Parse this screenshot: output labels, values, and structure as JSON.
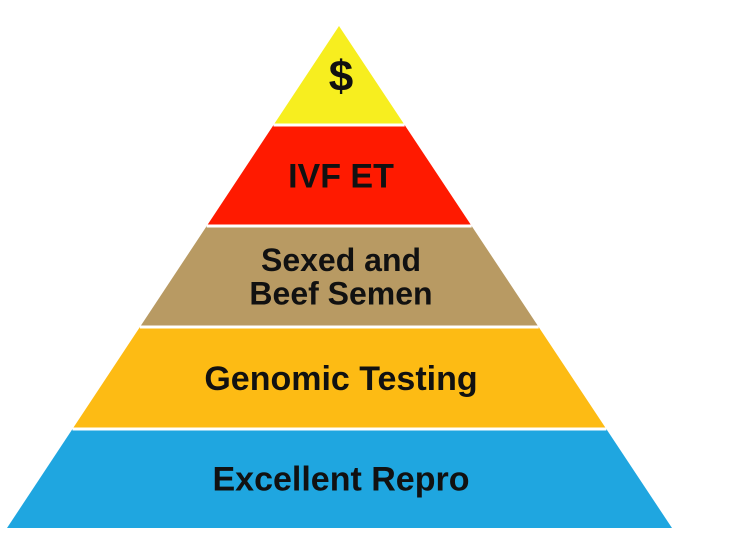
{
  "pyramid": {
    "tiers": [
      {
        "label_lines": [
          "$"
        ],
        "color": "#f7ee1f"
      },
      {
        "label_lines": [
          "IVF ET"
        ],
        "color": "#ff1a00"
      },
      {
        "label_lines": [
          "Sexed and",
          "Beef Semen"
        ],
        "color": "#b89a63"
      },
      {
        "label_lines": [
          "Genomic Testing"
        ],
        "color": "#fdbb14"
      },
      {
        "label_lines": [
          "Excellent Repro"
        ],
        "color": "#1fa6e0"
      }
    ],
    "separator_color": "#ffffff",
    "text_color": "#111111"
  }
}
